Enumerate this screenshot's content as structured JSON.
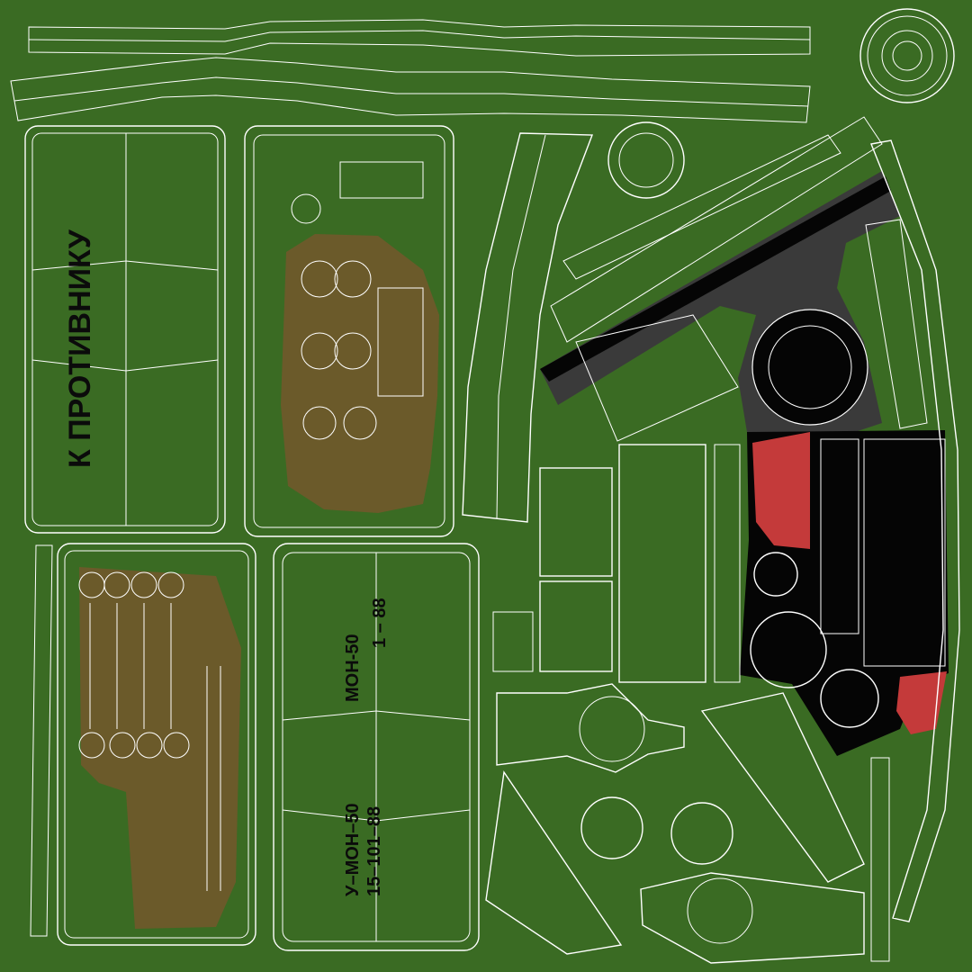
{
  "texture": {
    "background_color": "#3a6b23",
    "wire_color": "#ffffff",
    "dirt_color": "#6b5a2a",
    "dark_color": "#050505",
    "gray_color": "#3a3a3a",
    "red_color": "#c43a3a"
  },
  "labels": {
    "side_stencil": "К ПРОТИВНИКУ",
    "mark_a_line1": "МОН-50",
    "mark_a_line2": "1 – 88",
    "mark_b_line1": "У–МОН–50",
    "mark_b_line2": "15–101–88"
  }
}
